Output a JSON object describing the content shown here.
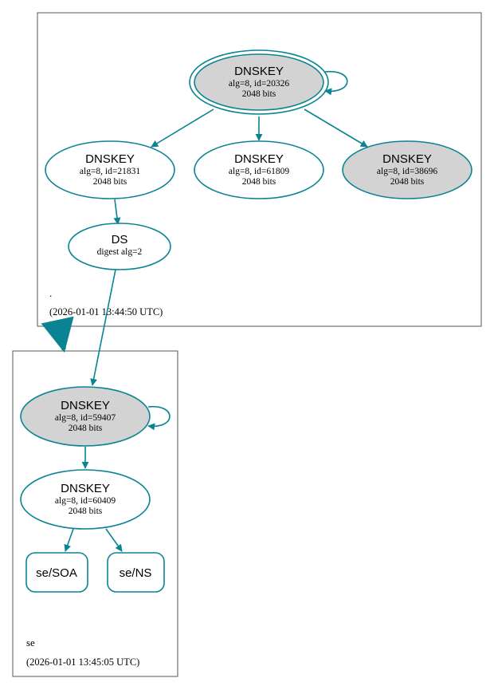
{
  "colors": {
    "edge": "#0a8493",
    "node_fill_gray": "#d3d3d3",
    "node_fill_white": "#ffffff",
    "zone_border": "#555555"
  },
  "zones": [
    {
      "id": "root",
      "name": ".",
      "timestamp": "(2026-01-01 13:44:50 UTC)"
    },
    {
      "id": "se",
      "name": "se",
      "timestamp": "(2026-01-01 13:45:05 UTC)"
    }
  ],
  "nodes": {
    "root_ksk": {
      "title": "DNSKEY",
      "line1": "alg=8, id=20326",
      "line2": "2048 bits",
      "fill": "gray",
      "double_border": true
    },
    "root_zsk_21831": {
      "title": "DNSKEY",
      "line1": "alg=8, id=21831",
      "line2": "2048 bits",
      "fill": "white"
    },
    "root_zsk_61809": {
      "title": "DNSKEY",
      "line1": "alg=8, id=61809",
      "line2": "2048 bits",
      "fill": "white"
    },
    "root_key_38696": {
      "title": "DNSKEY",
      "line1": "alg=8, id=38696",
      "line2": "2048 bits",
      "fill": "gray"
    },
    "root_ds": {
      "title": "DS",
      "line1": "digest alg=2",
      "fill": "white"
    },
    "se_ksk": {
      "title": "DNSKEY",
      "line1": "alg=8, id=59407",
      "line2": "2048 bits",
      "fill": "gray"
    },
    "se_zsk": {
      "title": "DNSKEY",
      "line1": "alg=8, id=60409",
      "line2": "2048 bits",
      "fill": "white"
    },
    "se_soa": {
      "title": "se/SOA"
    },
    "se_ns": {
      "title": "se/NS"
    }
  },
  "edges": [
    {
      "from": "root_ksk",
      "to": "root_ksk"
    },
    {
      "from": "root_ksk",
      "to": "root_zsk_21831"
    },
    {
      "from": "root_ksk",
      "to": "root_zsk_61809"
    },
    {
      "from": "root_ksk",
      "to": "root_key_38696"
    },
    {
      "from": "root_zsk_21831",
      "to": "root_ds"
    },
    {
      "from": "root_ds",
      "to": "se_ksk"
    },
    {
      "from": "root",
      "to": "se"
    },
    {
      "from": "se_ksk",
      "to": "se_ksk"
    },
    {
      "from": "se_ksk",
      "to": "se_zsk"
    },
    {
      "from": "se_zsk",
      "to": "se_soa"
    },
    {
      "from": "se_zsk",
      "to": "se_ns"
    }
  ]
}
